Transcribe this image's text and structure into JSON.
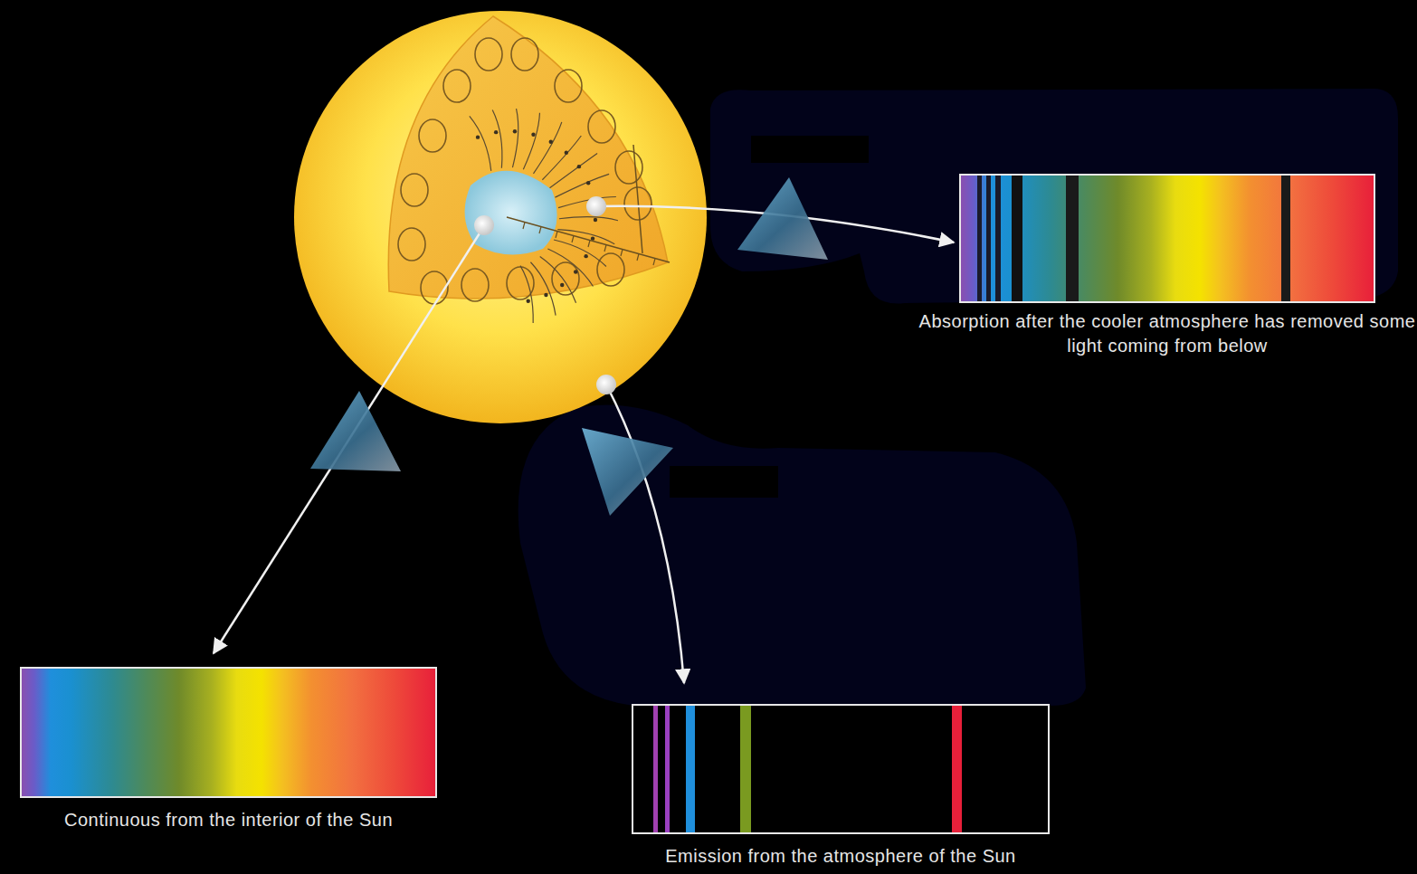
{
  "diagram": {
    "nodes": [
      {
        "text": [
          "Absorption after the cooler atmosphere has removed some light coming from below"
        ]
      },
      {
        "text": [
          "Continuous from the interior of the Sun"
        ]
      },
      {
        "text": [
          "Emission from the atmosphere of the Sun"
        ]
      }
    ]
  }
}
